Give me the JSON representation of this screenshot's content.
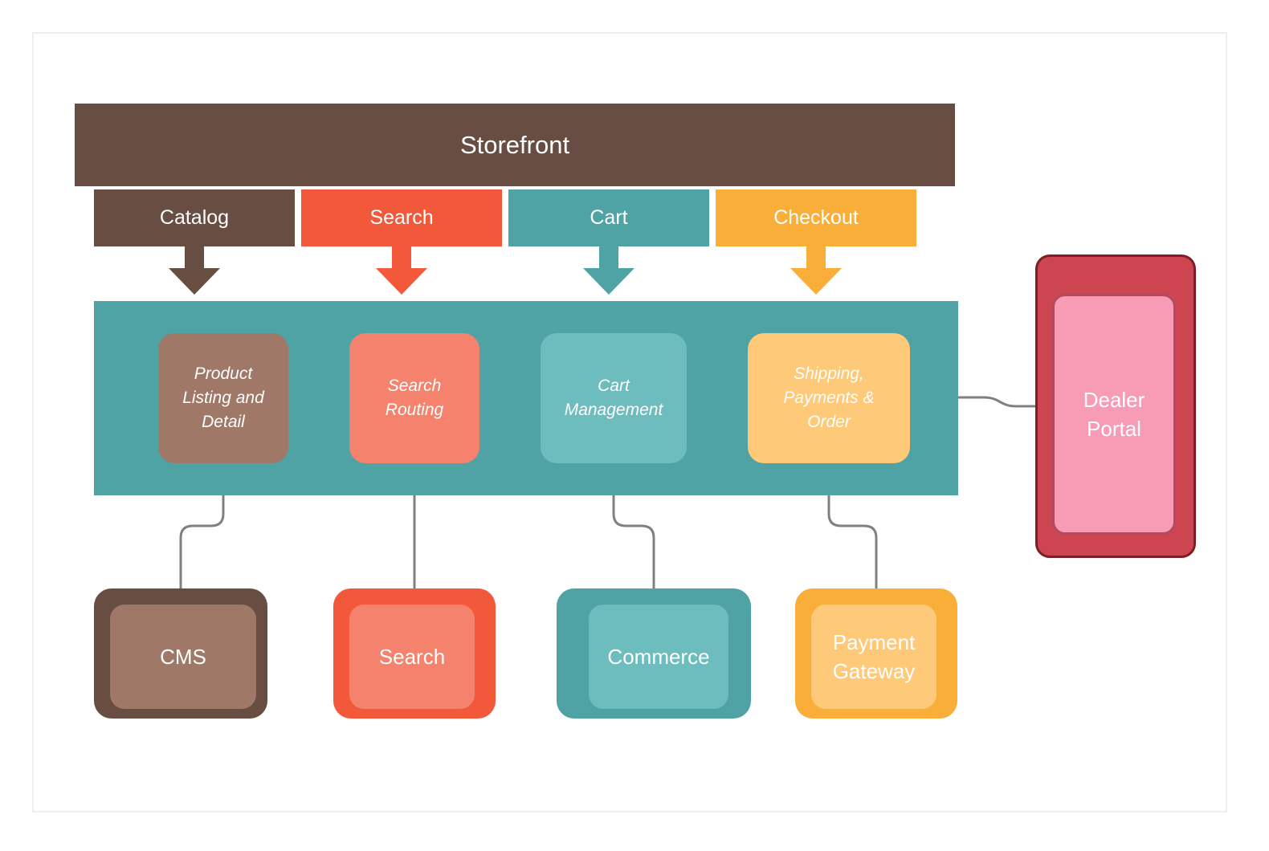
{
  "colors": {
    "brown_dark": "#674d42",
    "brown_light": "#a07868",
    "orange": "#f2583a",
    "salmon": "#f5826c",
    "teal": "#4fa3a5",
    "teal_light": "#6dbcbe",
    "amber": "#f9ae3a",
    "amber_light": "#fec978",
    "red": "#cc4551",
    "red_border": "#7e1d26",
    "pink": "#f89bb4",
    "connector": "#808080"
  },
  "storefront": {
    "title": "Storefront"
  },
  "channels": [
    {
      "label": "Catalog"
    },
    {
      "label": "Search"
    },
    {
      "label": "Cart"
    },
    {
      "label": "Checkout"
    }
  ],
  "modules": [
    {
      "label": "Product\nListing  and\nDetail"
    },
    {
      "label": "Search\nRouting"
    },
    {
      "label": "Cart\nManagement"
    },
    {
      "label": "Shipping,\nPayments &\nOrder"
    }
  ],
  "services": [
    {
      "label": "CMS"
    },
    {
      "label": "Search"
    },
    {
      "label": "Commerce"
    },
    {
      "label": "Payment\nGateway"
    }
  ],
  "dealer_portal": {
    "label": "Dealer\nPortal"
  }
}
